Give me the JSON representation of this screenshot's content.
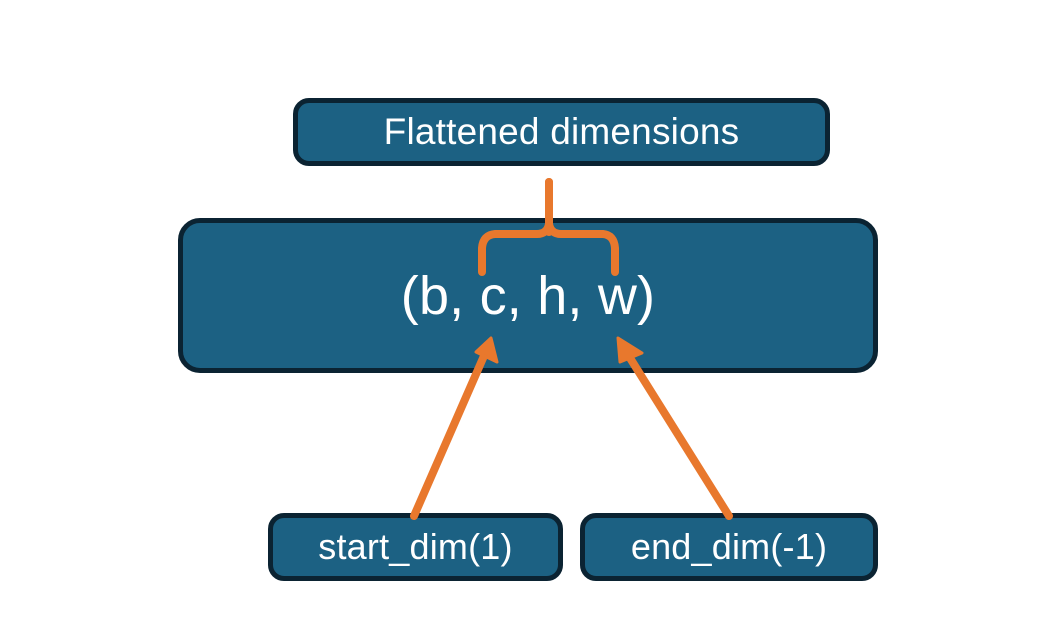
{
  "diagram": {
    "title_node": {
      "label": "Flattened dimensions",
      "name": "flattened-dimensions-box"
    },
    "tensor_node": {
      "label": "(b, c, h, w)",
      "name": "tensor-shape-box"
    },
    "start_node": {
      "label": "start_dim(1)",
      "name": "start-dim-box"
    },
    "end_node": {
      "label": "end_dim(-1)",
      "name": "end-dim-box"
    },
    "connectors": {
      "brace": "curly-brace-connector",
      "start_arrow": "start-dim-arrow",
      "end_arrow": "end-dim-arrow"
    },
    "colors": {
      "box_fill": "#1C6183",
      "box_border": "#0B2332",
      "box_text": "#FFFFFF",
      "accent_orange": "#E8782D",
      "background": "#FFFFFF"
    }
  }
}
